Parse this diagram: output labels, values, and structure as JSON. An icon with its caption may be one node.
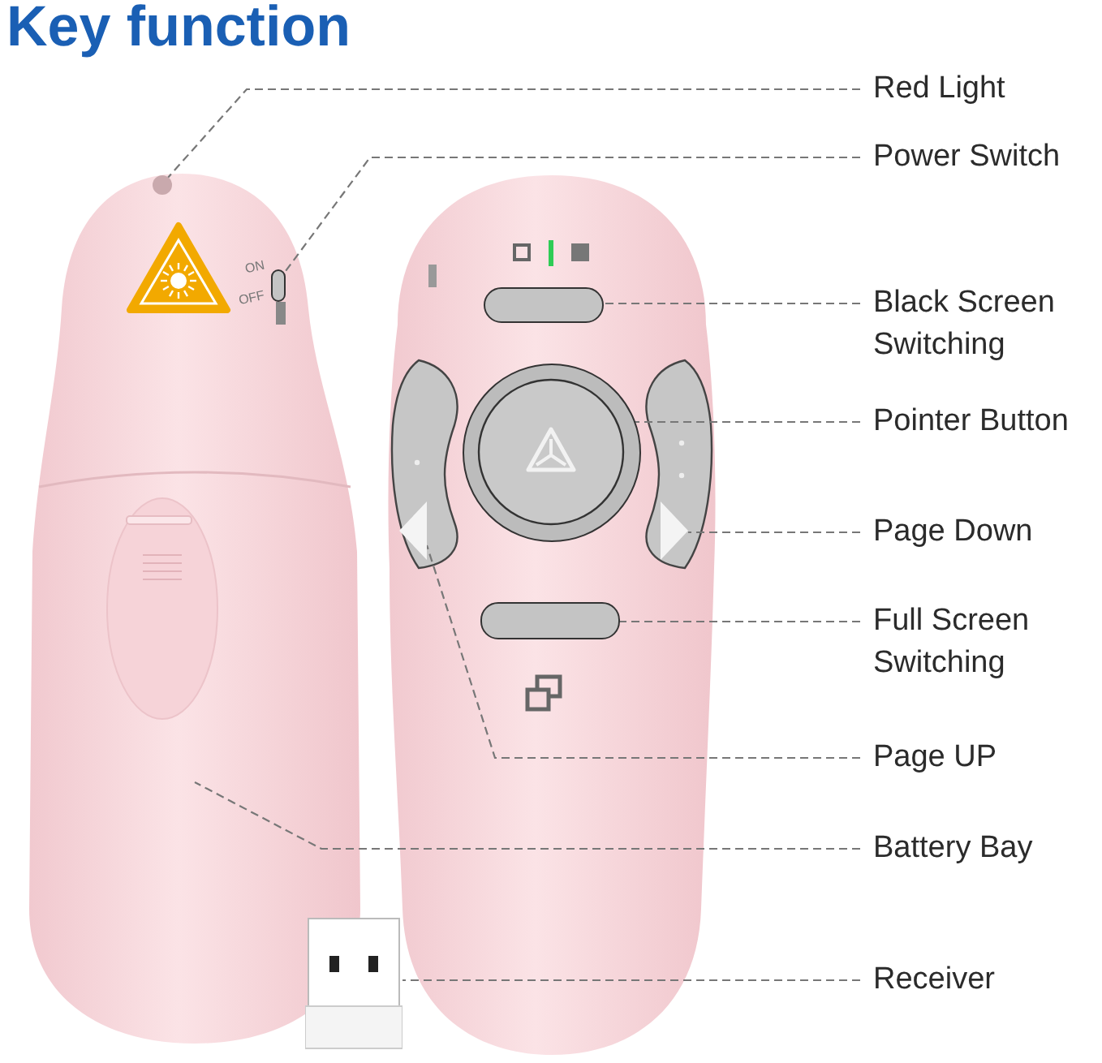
{
  "diagram": {
    "title": "Key function",
    "nodes": [
      {
        "text": [
          "Red Light"
        ]
      },
      {
        "text": [
          "Power Switch"
        ]
      },
      {
        "text": [
          "Black Screen Switching"
        ]
      },
      {
        "text": [
          "Pointer Button"
        ]
      },
      {
        "text": [
          "Page Down"
        ]
      },
      {
        "text": [
          "Full Screen Switching"
        ]
      },
      {
        "text": [
          "Page UP"
        ]
      },
      {
        "text": [
          "Battery Bay"
        ]
      },
      {
        "text": [
          "Receiver"
        ]
      },
      {
        "text": [],
        "shape": "circle"
      },
      {
        "text": [],
        "shape": "box"
      },
      {
        "text": [],
        "shape": "box"
      },
      {
        "text": [],
        "shape": "circle"
      },
      {
        "text": [],
        "shape": "triangle"
      },
      {
        "text": [],
        "shape": "box"
      },
      {
        "text": [],
        "shape": "triangle"
      },
      {
        "text": [],
        "shape": "picture"
      }
    ],
    "edges": [
      {
        "from": 0,
        "to": 9,
        "arrow": "none",
        "style": "dashed"
      },
      {
        "from": 1,
        "to": 10,
        "arrow": "none",
        "style": "dashed"
      },
      {
        "from": 2,
        "to": 11,
        "arrow": "none",
        "style": "dashed"
      },
      {
        "from": 3,
        "to": 12,
        "arrow": "none",
        "style": "dashed"
      },
      {
        "from": 4,
        "to": 15,
        "arrow": "none",
        "style": "dashed"
      },
      {
        "from": 5,
        "to": 14,
        "arrow": "none",
        "style": "dashed"
      },
      {
        "from": 6,
        "to": 13,
        "arrow": "none",
        "style": "dashed"
      },
      {
        "from": 7,
        "to": null,
        "arrow": "none",
        "style": "dashed"
      },
      {
        "from": 8,
        "to": 16,
        "arrow": "none",
        "style": "dashed"
      }
    ],
    "labels": [
      "ON",
      "OFF"
    ]
  }
}
